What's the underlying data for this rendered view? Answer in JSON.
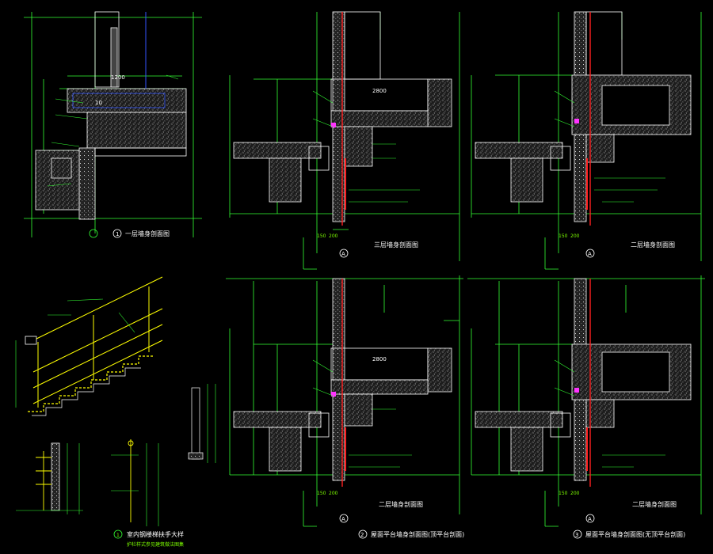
{
  "colors": {
    "background": "#000000",
    "dimension_line": "#33ff33",
    "outline": "#ffffff",
    "glass": "#ff2020",
    "handrail": "#ffff00",
    "hatch": "#9a9a9a",
    "frame": "#3355ff",
    "accent": "#ff33ff"
  },
  "captions": {
    "detail_1": "一层墙身剖面图",
    "detail_2": "三层墙身剖面图",
    "detail_3": "二层墙身剖面图",
    "detail_4": "二层墙身剖面图",
    "detail_5": "屋面平台墙身剖面图(顶平台剖面)",
    "detail_6": "屋面平台墙身剖面图(无顶平台剖面)",
    "railing": "室内钢楼梯扶手大样",
    "railing_sub": "护栏样式参见建筑做法图集"
  },
  "markers": {
    "axis": "A",
    "detail_1": "1",
    "detail_5": "2",
    "detail_6": "3",
    "railing": "1"
  }
}
